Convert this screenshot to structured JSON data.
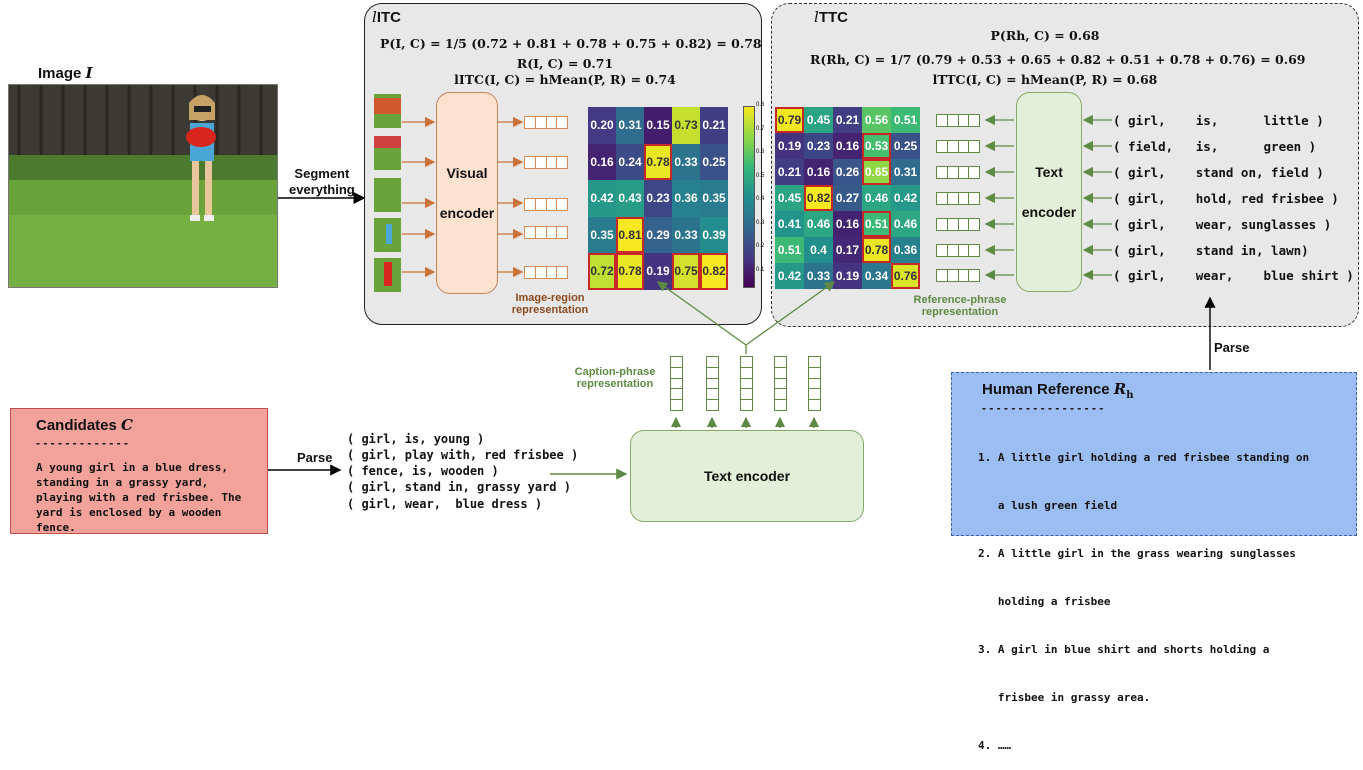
{
  "image_label": {
    "prefix": "Image ",
    "var": "I"
  },
  "segment_label": [
    "Segment",
    "everything"
  ],
  "litc": {
    "title_l": "l",
    "title": "ITC",
    "f1": "P(I, C) = 1/5 (0.72 + 0.81 + 0.78 + 0.75 + 0.82) = 0.78",
    "f2": "R(I, C) = 0.71",
    "f3": "lITC(I, C) = hMean(P, R) = 0.74",
    "encoder": [
      "Visual",
      "encoder"
    ],
    "region_label": [
      "Image-region",
      "representation"
    ],
    "matrix": [
      [
        0.2,
        0.31,
        0.15,
        0.73,
        0.21
      ],
      [
        0.16,
        0.24,
        0.78,
        0.33,
        0.25
      ],
      [
        0.42,
        0.43,
        0.23,
        0.36,
        0.35
      ],
      [
        0.35,
        0.81,
        0.29,
        0.33,
        0.39
      ],
      [
        0.72,
        0.78,
        0.19,
        0.75,
        0.82
      ]
    ],
    "highlight": [
      [
        1,
        2
      ],
      [
        3,
        1
      ],
      [
        4,
        0
      ],
      [
        4,
        1
      ],
      [
        4,
        3
      ],
      [
        4,
        4
      ]
    ],
    "colorbar_ticks": [
      "0.8",
      "0.7",
      "0.6",
      "0.5",
      "0.4",
      "0.3",
      "0.2",
      "0.1"
    ]
  },
  "lttc": {
    "title_l": "l",
    "title": "TTC",
    "f1": "P(Rh, C) = 0.68",
    "f2": "R(Rh, C) = 1/7 (0.79 + 0.53 + 0.65 + 0.82 + 0.51 + 0.78 + 0.76) = 0.69",
    "f3": "lTTC(I, C) = hMean(P, R) = 0.68",
    "encoder": [
      "Text",
      "encoder"
    ],
    "ref_label": [
      "Reference-phrase",
      "representation"
    ],
    "matrix": [
      [
        0.79,
        0.45,
        0.21,
        0.56,
        0.51
      ],
      [
        0.19,
        0.23,
        0.16,
        0.53,
        0.25
      ],
      [
        0.21,
        0.16,
        0.26,
        0.65,
        0.31
      ],
      [
        0.45,
        0.82,
        0.27,
        0.46,
        0.42
      ],
      [
        0.41,
        0.46,
        0.16,
        0.51,
        0.46
      ],
      [
        0.51,
        0.4,
        0.17,
        0.78,
        0.36
      ],
      [
        0.42,
        0.33,
        0.19,
        0.34,
        0.76
      ]
    ],
    "matrix_text": [
      [
        "0.79",
        "0.45",
        "0.21",
        "0.56",
        "0.51"
      ],
      [
        "0.19",
        "0.23",
        "0.16",
        "0.53",
        "0.25"
      ],
      [
        "0.21",
        "0.16",
        "0.26",
        "0.65",
        "0.31"
      ],
      [
        "0.45",
        "0.82",
        "0.27",
        "0.46",
        "0.42"
      ],
      [
        "0.41",
        "0.46",
        "0.16",
        "0.51",
        "0.46"
      ],
      [
        "0.51",
        "0.4",
        "0.17",
        "0.78",
        "0.36"
      ],
      [
        "0.42",
        "0.33",
        "0.19",
        "0.34",
        "0.76"
      ]
    ],
    "highlight": [
      [
        0,
        0
      ],
      [
        1,
        3
      ],
      [
        2,
        3
      ],
      [
        3,
        1
      ],
      [
        4,
        3
      ],
      [
        5,
        3
      ],
      [
        6,
        4
      ]
    ],
    "phrases": [
      "( girl,    is,      little )",
      "( field,   is,      green )",
      "( girl,    stand on, field )",
      "( girl,    hold, red frisbee )",
      "( girl,    wear, sunglasses )",
      "( girl,    stand in, lawn)",
      "( girl,    wear,    blue shirt )"
    ]
  },
  "caption_label": [
    "Caption-phrase",
    "representation"
  ],
  "candidates": {
    "title": "Candidates ",
    "var": "C",
    "dashes": "- - - - - - - - - - - - -",
    "text": "A young girl in a blue dress, standing in a grassy yard, playing with a red frisbee. The yard is enclosed by a wooden fence."
  },
  "parse_label": "Parse",
  "parse_label2": "Parse",
  "cand_phrases": [
    "( girl, is, young )",
    "( girl, play with, red frisbee )",
    "( fence, is, wooden )",
    "( girl, stand in, grassy yard )",
    "( girl, wear,  blue dress )"
  ],
  "text_encoder": "Text encoder",
  "reference": {
    "title": "Human Reference ",
    "var": "R",
    "sub": "h",
    "dashes": "- - - - - - - - - - - - - - - - -",
    "items": [
      "1. A little girl holding a red frisbee standing on",
      "   a lush green field",
      "2. A little girl in the grass wearing sunglasses",
      "   holding a frisbee",
      "3. A girl in blue shirt and shorts holding a",
      "   frisbee in grassy area.",
      "4. ……"
    ]
  },
  "colors": {
    "panel_bg": "#e8e8e8",
    "candidate_bg": "#f2a29a",
    "reference_bg": "#9cbdf2"
  }
}
